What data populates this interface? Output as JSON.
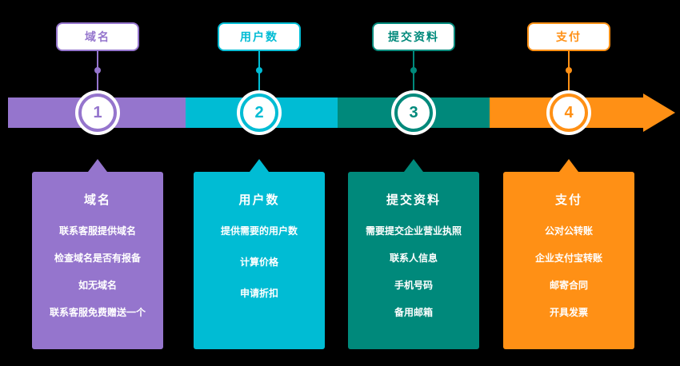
{
  "steps": [
    {
      "number": "1",
      "label": "域名",
      "color": "#9575cd",
      "card": {
        "title": "域名",
        "items": [
          "联系客服提供域名",
          "检查域名是否有报备",
          "如无域名",
          "联系客服免费赠送一个"
        ]
      }
    },
    {
      "number": "2",
      "label": "用户数",
      "color": "#00bcd4",
      "card": {
        "title": "用户数",
        "items": [
          "提供需要的用户数",
          "计算价格",
          "申请折扣"
        ]
      }
    },
    {
      "number": "3",
      "label": "提交资料",
      "color": "#00897b",
      "card": {
        "title": "提交资料",
        "items": [
          "需要提交企业营业执照",
          "联系人信息",
          "手机号码",
          "备用邮箱"
        ]
      }
    },
    {
      "number": "4",
      "label": "支付",
      "color": "#ff9015",
      "card": {
        "title": "支付",
        "items": [
          "公对公转账",
          "企业支付宝转账",
          "邮寄合同",
          "开具发票"
        ]
      }
    }
  ]
}
